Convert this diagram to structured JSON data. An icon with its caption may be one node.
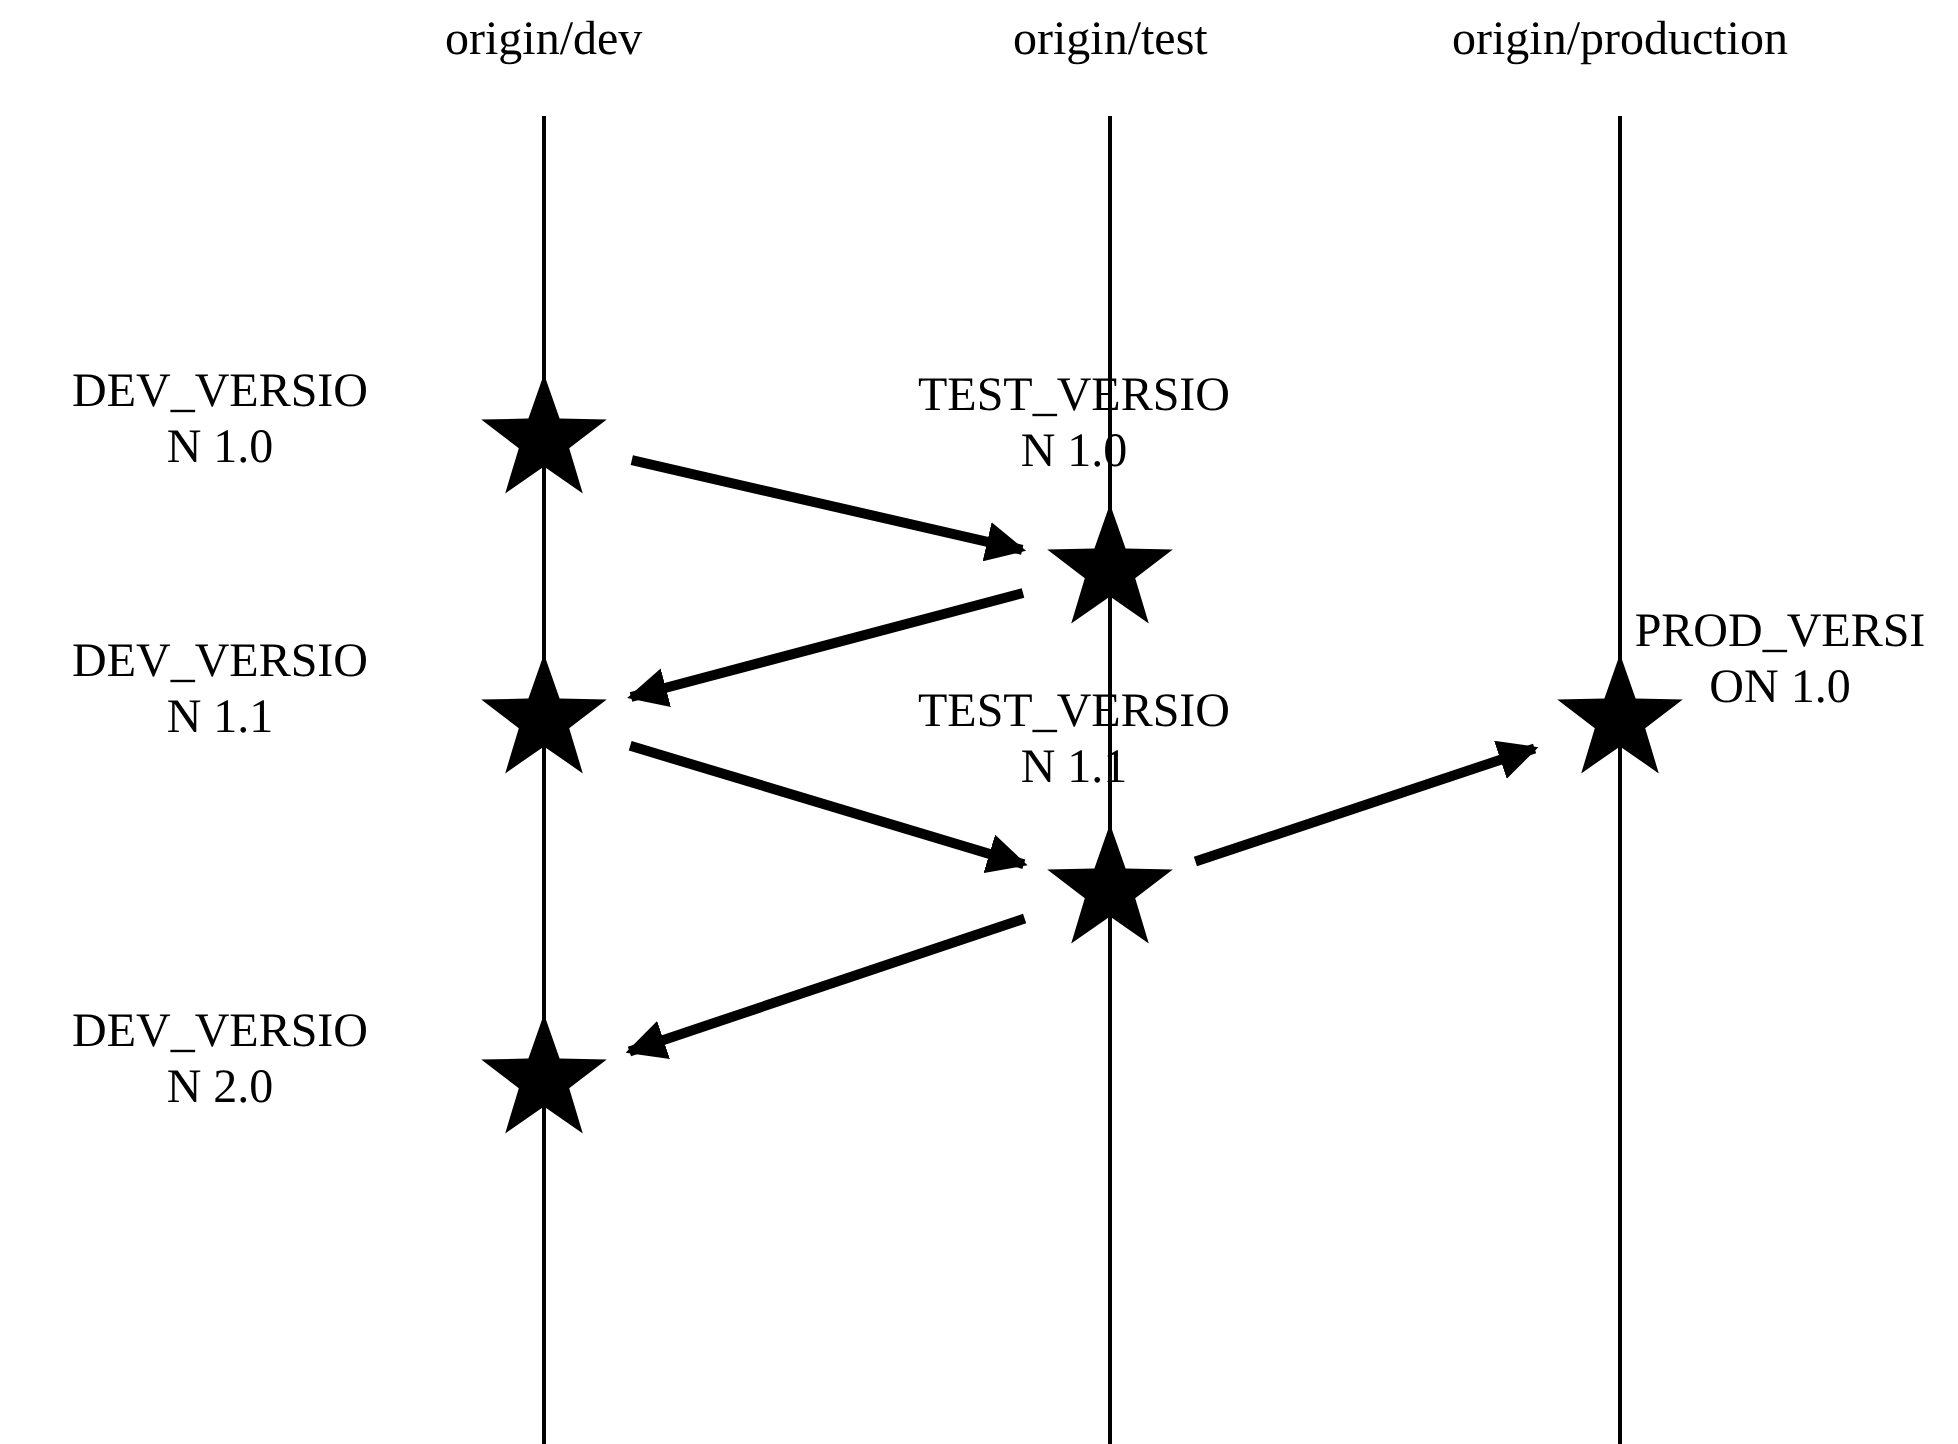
{
  "diagram": {
    "nodes": [
      {
        "text": [],
        "shape": "star",
        "beside": [
          "DEV_VERSIO N 1.0"
        ]
      },
      {
        "text": [],
        "shape": "star",
        "beside": [
          "TEST_VERSIO N 1.0"
        ]
      },
      {
        "text": [],
        "shape": "star",
        "beside": [
          "DEV_VERSIO N 1.1"
        ]
      },
      {
        "text": [],
        "shape": "star",
        "beside": [
          "PROD_VERSI ON 1.0"
        ]
      },
      {
        "text": [],
        "shape": "star",
        "beside": [
          "TEST_VERSIO N 1.1"
        ]
      },
      {
        "text": [],
        "shape": "star",
        "beside": [
          "DEV_VERSIO N 2.0"
        ]
      }
    ],
    "edges": [
      {
        "from": 0,
        "to": 1,
        "arrow": "to"
      },
      {
        "from": 1,
        "to": 2,
        "arrow": "to"
      },
      {
        "from": 2,
        "to": 4,
        "arrow": "to"
      },
      {
        "from": 4,
        "to": 3,
        "arrow": "to"
      },
      {
        "from": 4,
        "to": 5,
        "arrow": "to"
      }
    ],
    "labels": [
      "origin/dev",
      "origin/test",
      "origin/production"
    ]
  }
}
